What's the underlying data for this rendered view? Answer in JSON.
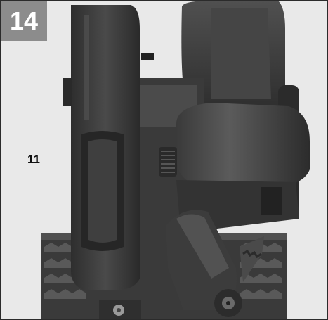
{
  "figure": {
    "number": "14",
    "badge_color": "#8c8c8c",
    "callout": {
      "label": "11",
      "color": "#111111"
    }
  },
  "photo": {
    "subject": "circular-saw-side-view",
    "background_color": "#e9e9e9",
    "body_color": "#3b3b3b",
    "highlight_color": "#5a5a5a",
    "shadow_color": "#1f1f1f"
  }
}
